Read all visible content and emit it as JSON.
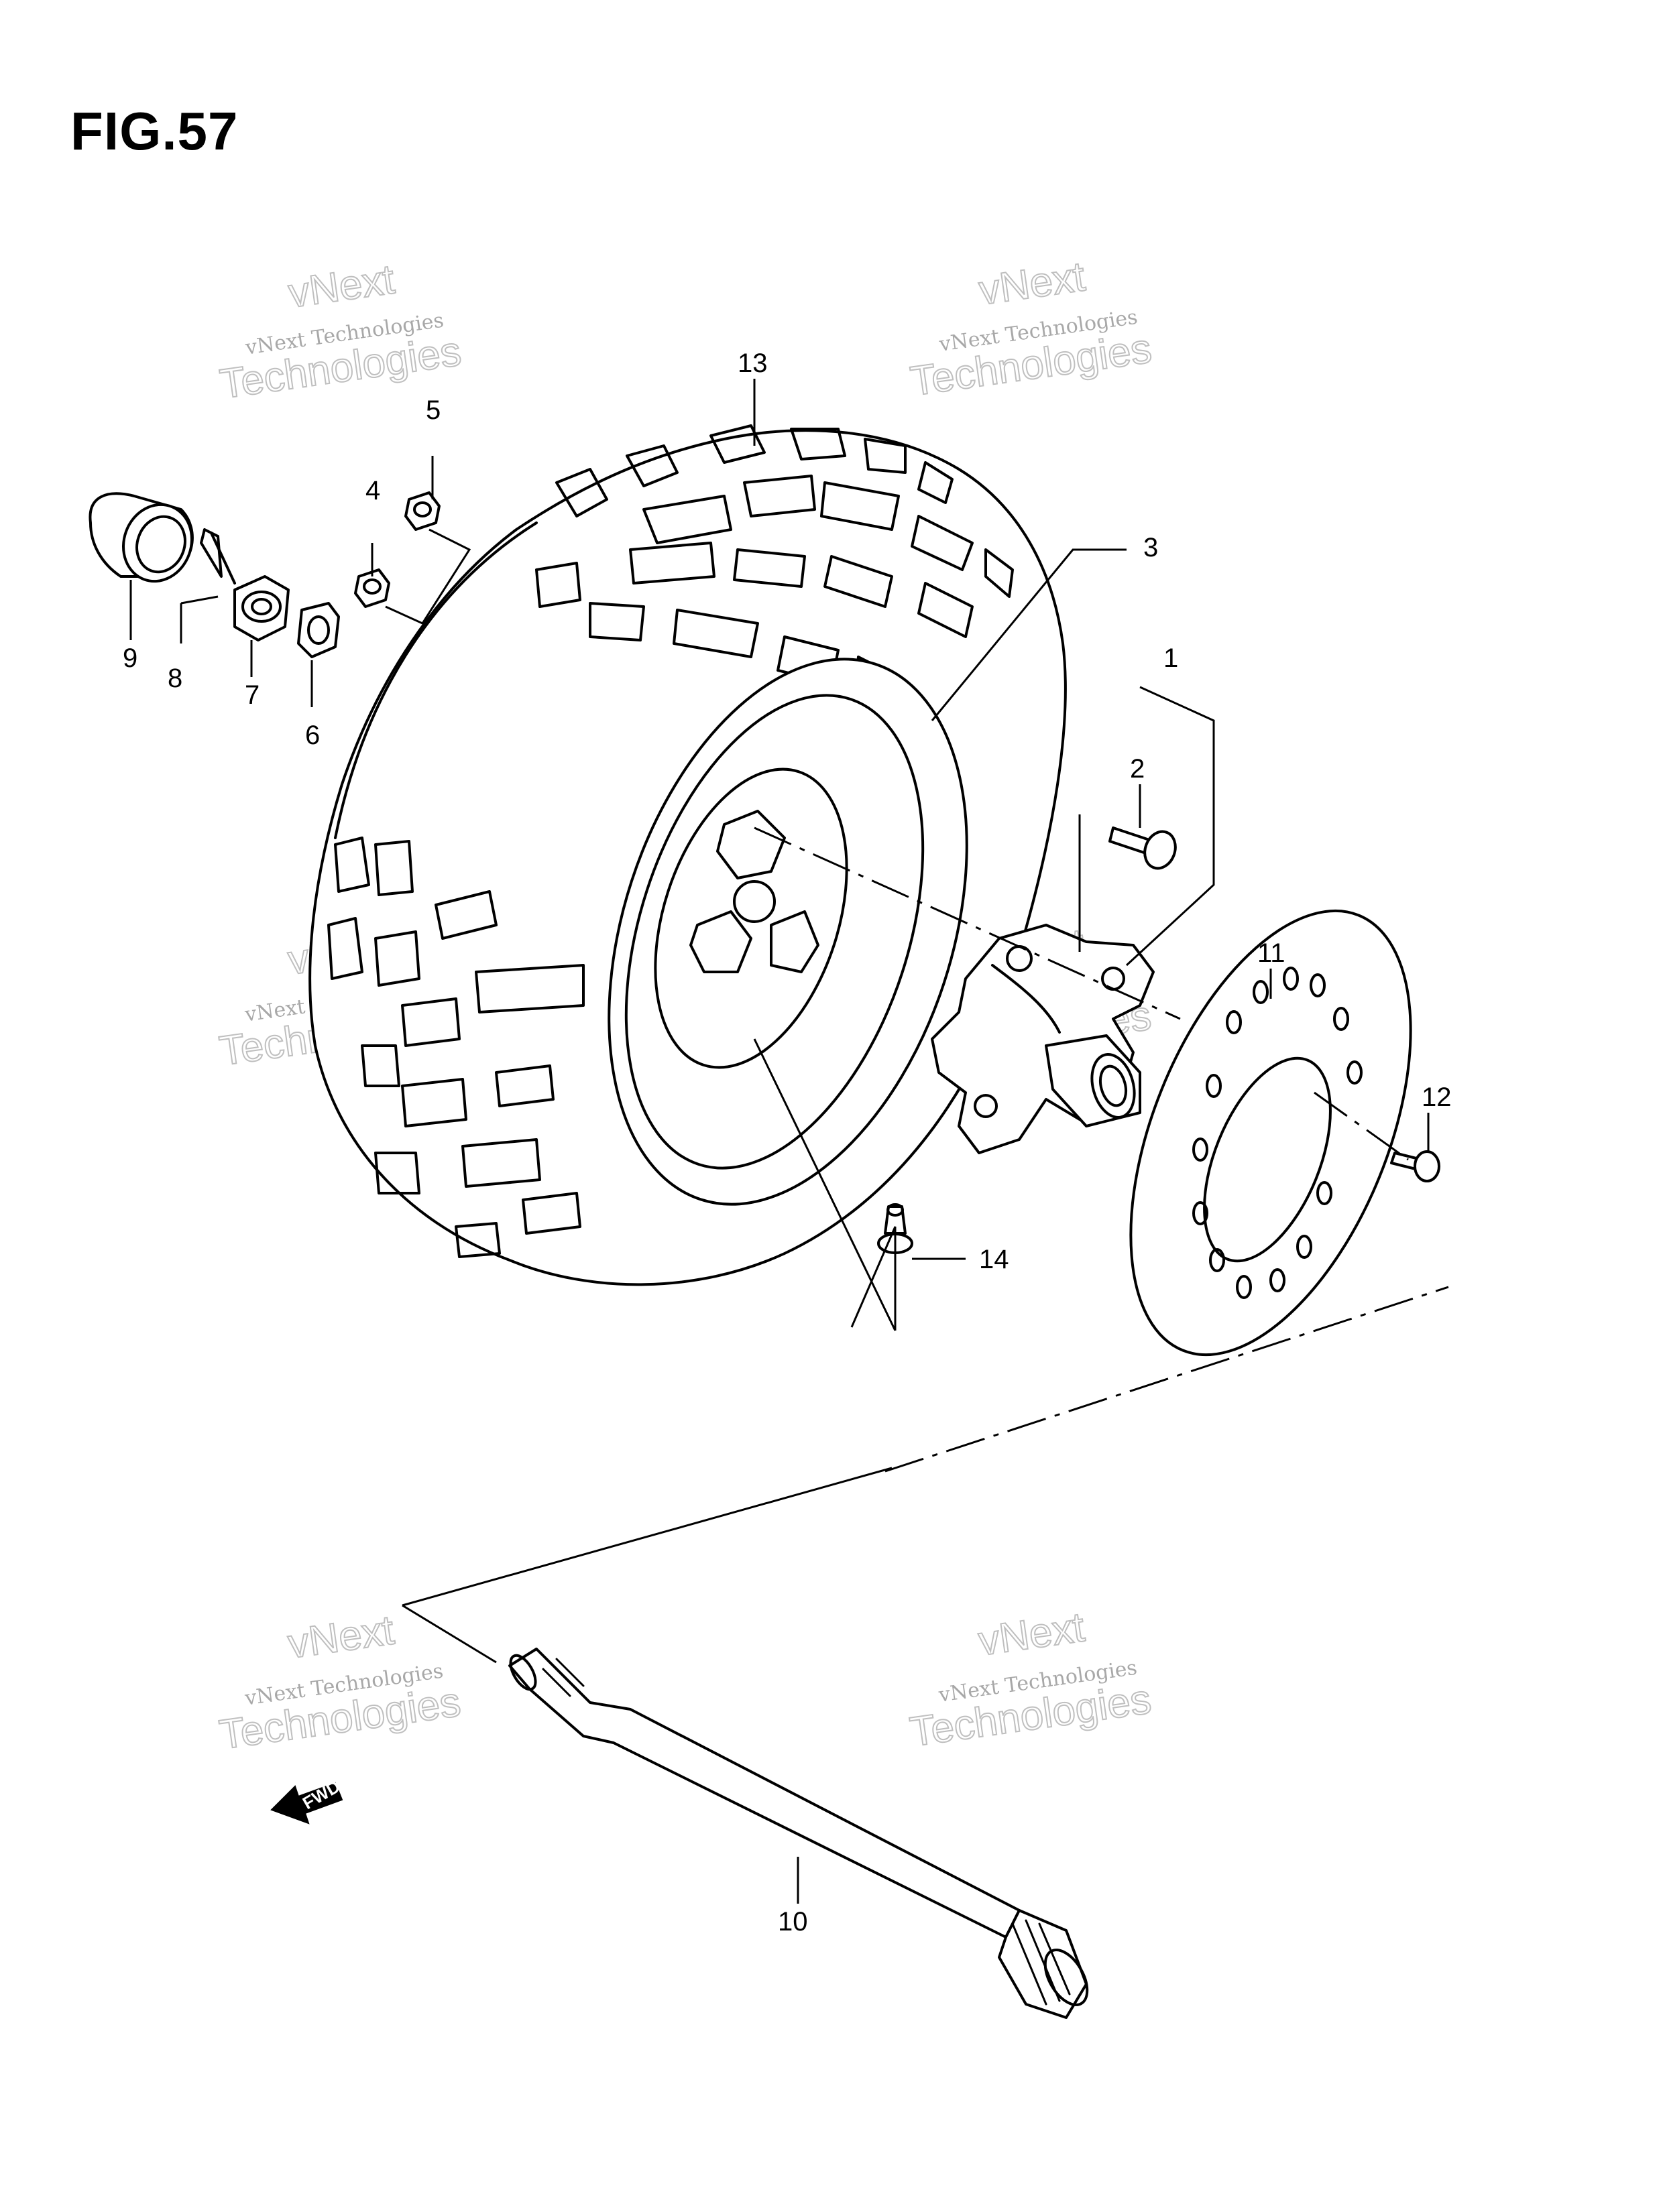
{
  "figure": {
    "title": "FIG.57",
    "fwd_label": "FWD"
  },
  "callouts": {
    "c1": "1",
    "c2": "2",
    "c3": "3",
    "c4": "4",
    "c5": "5",
    "c6": "6",
    "c7": "7",
    "c8": "8",
    "c9": "9",
    "c10": "10",
    "c11": "11",
    "c12": "12",
    "c13": "13",
    "c14": "14"
  },
  "watermark": {
    "line1": "vNext Technologies",
    "line2": "Technologies",
    "line3": "vNext"
  }
}
